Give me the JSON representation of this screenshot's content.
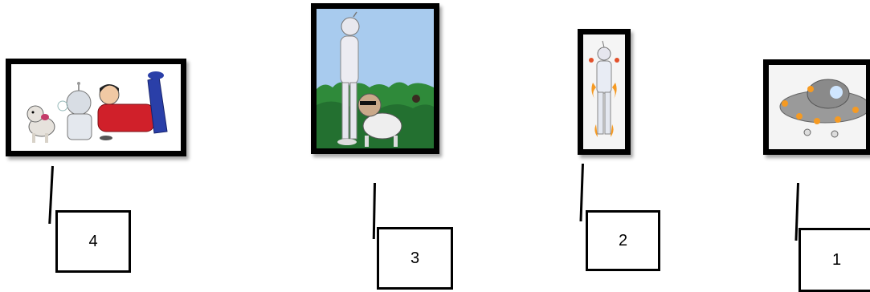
{
  "panels": [
    {
      "number": "4",
      "picture": "boy-robot-dog-lying-icon"
    },
    {
      "number": "3",
      "picture": "robot-dog-in-bushes-icon"
    },
    {
      "number": "2",
      "picture": "robot-rockets-icon"
    },
    {
      "number": "1",
      "picture": "flying-saucer-icon"
    }
  ],
  "colors": {
    "frame": "#000000",
    "sky": "#a8cbee",
    "bush": "#2f8a3a",
    "shirt_red": "#d0202a",
    "pants_blue": "#2a3fa8",
    "flame": "#f59a23"
  }
}
